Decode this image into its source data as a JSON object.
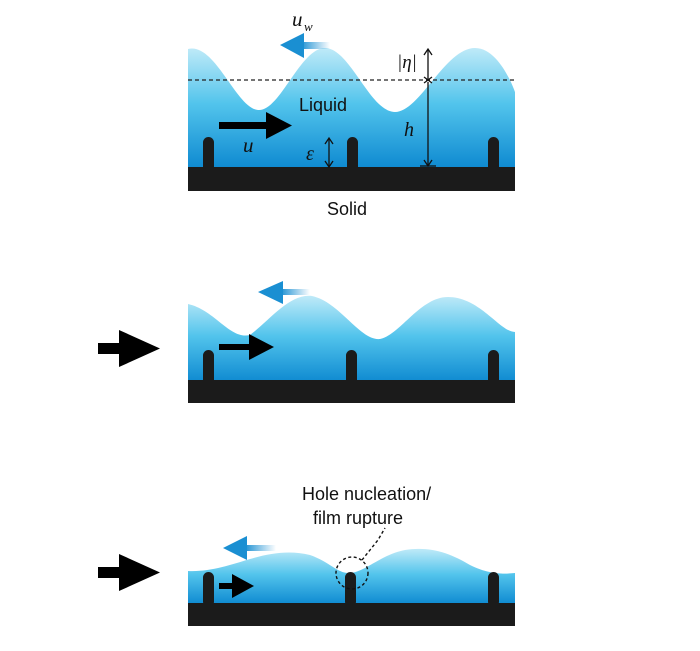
{
  "panels": [
    {
      "labels": {
        "wave_velocity_main": "u",
        "wave_velocity_sub": "w",
        "liquid": "Liquid",
        "amplitude": "|η|",
        "thickness": "h",
        "flow_velocity": "u",
        "roughness": "ε",
        "solid": "Solid"
      }
    },
    {},
    {
      "labels": {
        "annotation_line1": "Hole nucleation/",
        "annotation_line2": "film rupture"
      }
    }
  ],
  "colors": {
    "liquid_top": "#bfeaf8",
    "liquid_mid": "#52c4ec",
    "liquid_bottom": "#0a86cf",
    "solid": "#1b1b1b",
    "wave_arrow": "#1a8fd2",
    "flow_arrow": "#000000"
  },
  "icons": {
    "wave_arrow": "left-arrow-icon",
    "flow_arrow": "right-arrow-icon",
    "incoming_flow": "right-arrow-icon"
  }
}
